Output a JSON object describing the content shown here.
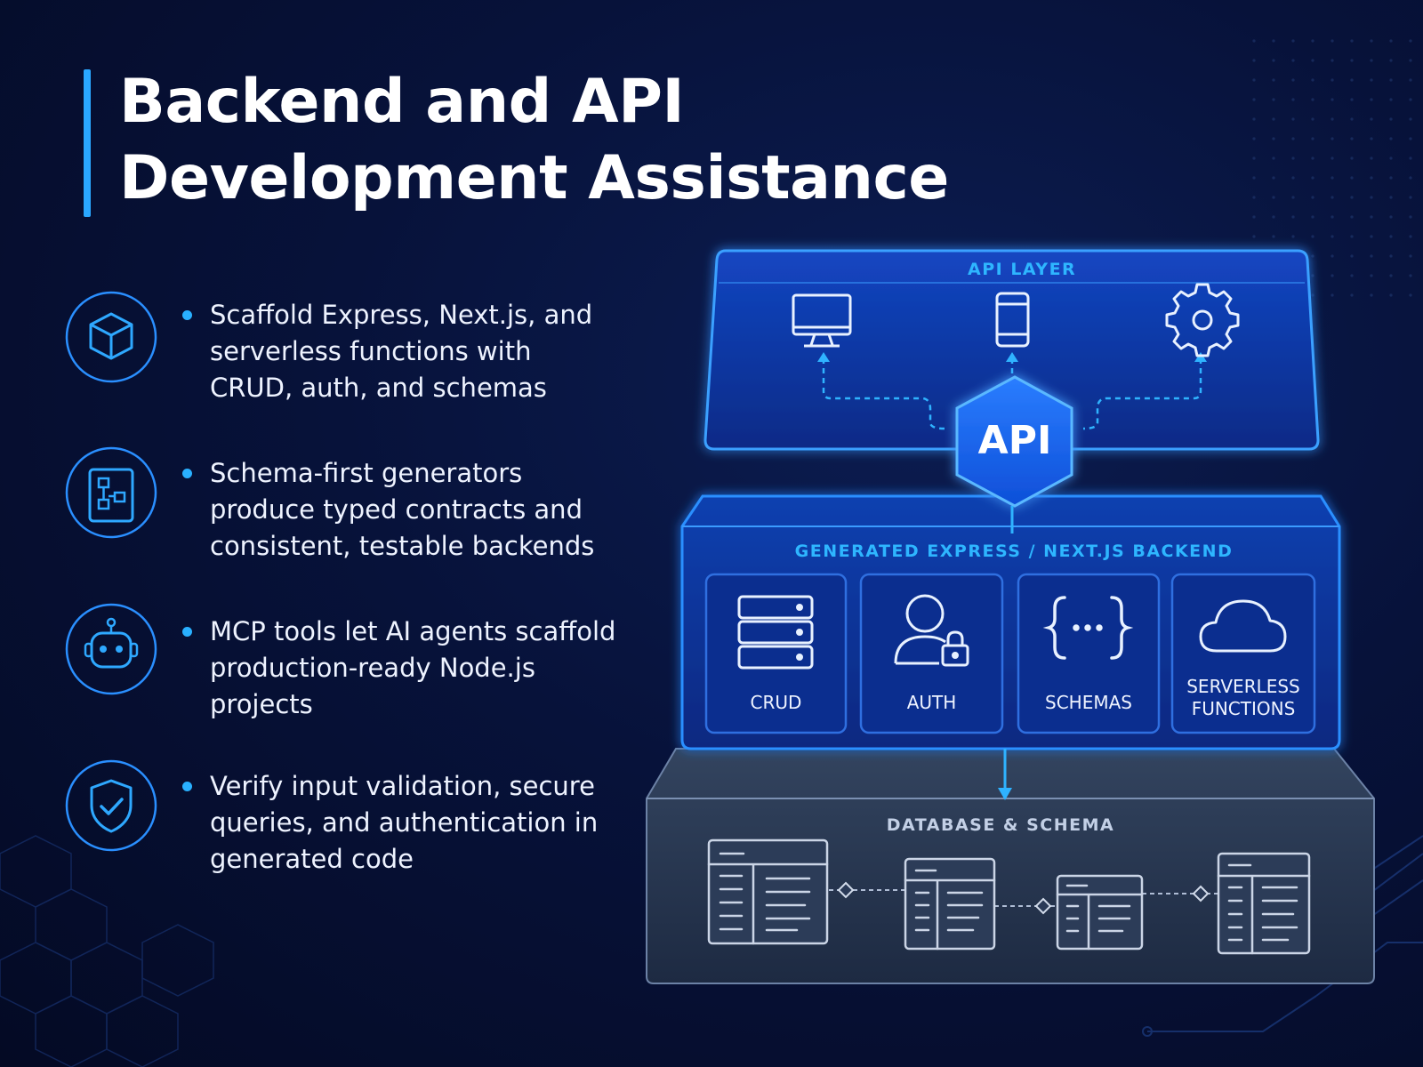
{
  "title": {
    "line1": "Backend and API",
    "line2": "Development Assistance"
  },
  "features": [
    {
      "icon": "cube-icon",
      "text": "Scaffold Express, Next.js, and serverless functions with CRUD, auth, and schemas"
    },
    {
      "icon": "schema-diagram-icon",
      "text": "Schema-first generators produce typed contracts and consistent, testable backends"
    },
    {
      "icon": "robot-icon",
      "text": "MCP tools let AI agents scaffold production-ready Node.js projects"
    },
    {
      "icon": "shield-check-icon",
      "text": "Verify input validation, secure queries, and authentication in generated code"
    }
  ],
  "diagram": {
    "api_layer": {
      "label": "API LAYER",
      "clients": [
        "monitor-icon",
        "smartphone-icon",
        "gear-icon"
      ],
      "hub_label": "API"
    },
    "backend": {
      "label": "GENERATED EXPRESS / NEXT.JS BACKEND",
      "cards": [
        {
          "icon": "server-stack-icon",
          "label": "CRUD"
        },
        {
          "icon": "user-lock-icon",
          "label": "AUTH"
        },
        {
          "icon": "curly-braces-icon",
          "label": "SCHEMAS"
        },
        {
          "icon": "cloud-icon",
          "label": "SERVERLESS\nFUNCTIONS"
        }
      ]
    },
    "database": {
      "label": "DATABASE & SCHEMA",
      "tables": [
        "table-icon",
        "table-icon",
        "table-icon",
        "table-icon"
      ]
    }
  },
  "colors": {
    "accent": "#2aa7ff",
    "background": "#07123a",
    "panel_blue": "#0d3fb3",
    "db_panel": "#2a3a57"
  }
}
